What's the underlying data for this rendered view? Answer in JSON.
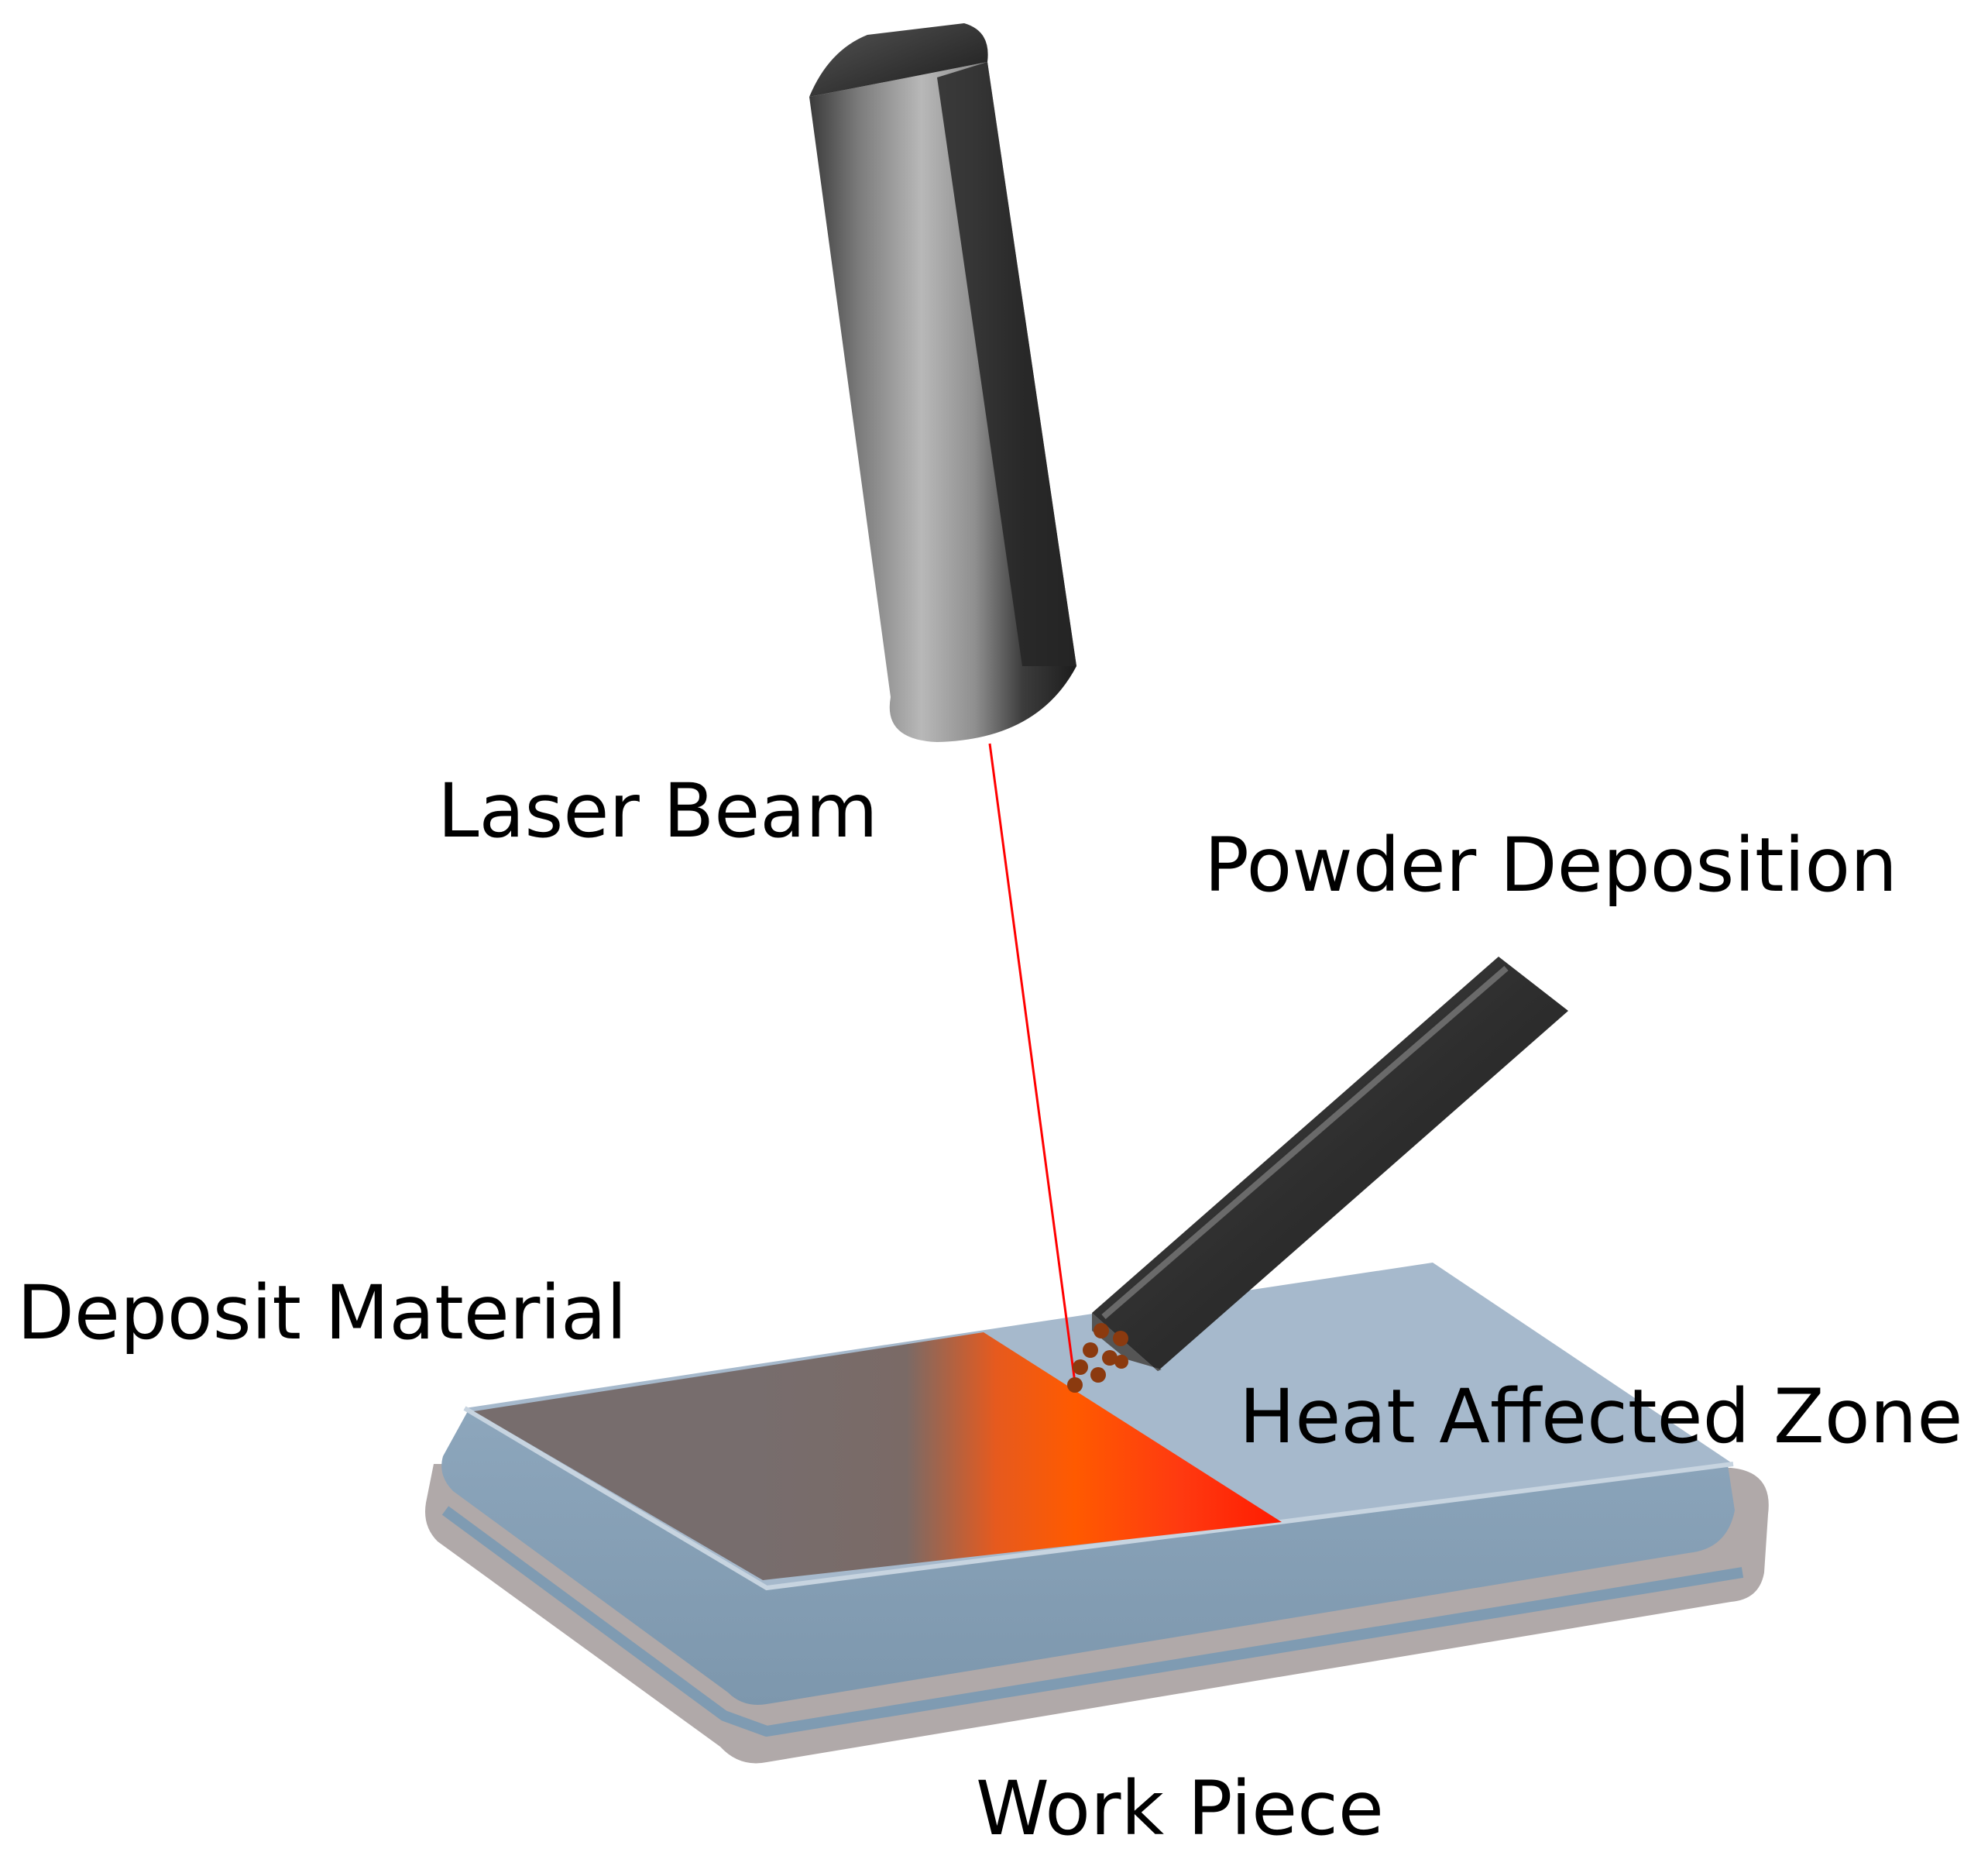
{
  "labels": {
    "laser_beam": "Laser Beam",
    "powder_deposition": "Powder Deposition",
    "deposit_material": "Deposit Material",
    "heat_affected_zone": "Heat Affected Zone",
    "work_piece": "Work Piece"
  },
  "colors": {
    "laser_line": "#ff0000",
    "workpiece_top": "#a6b9cc",
    "workpiece_side": "#8aa3b8",
    "base_plate": "#b0a9a9",
    "deposit_material": "#776d6d",
    "heat_zone": "#ff4a00",
    "powder_particles": "#8b3a0f",
    "tool_dark": "#2b2b2b"
  }
}
